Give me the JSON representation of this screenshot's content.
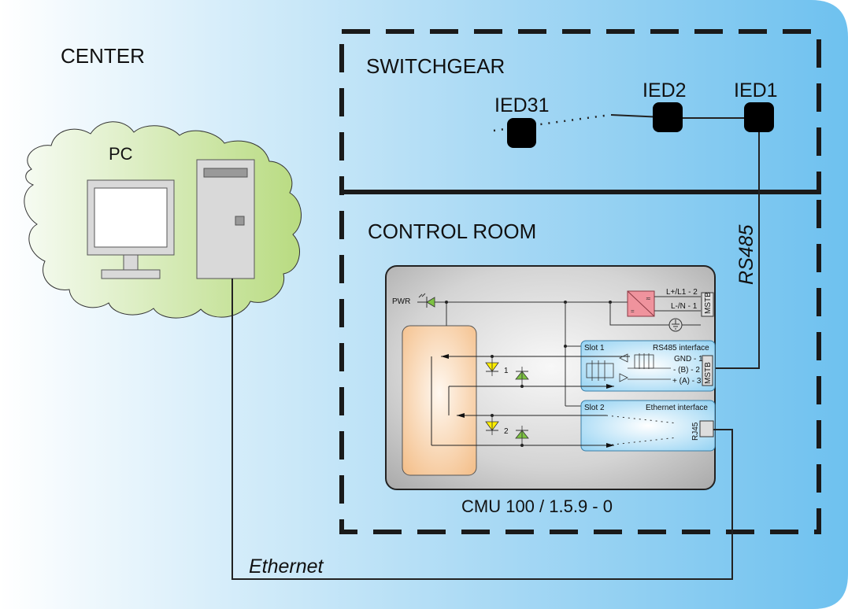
{
  "zones": {
    "center": "CENTER",
    "switchgear": "SWITCHGEAR",
    "control_room": "CONTROL ROOM"
  },
  "pc": {
    "label": "PC"
  },
  "ieds": [
    {
      "id": "ied31",
      "label": "IED31"
    },
    {
      "id": "ied2",
      "label": "IED2"
    },
    {
      "id": "ied1",
      "label": "IED1"
    }
  ],
  "links": {
    "rs485": "RS485",
    "ethernet": "Ethernet"
  },
  "device": {
    "name": "CMU 100 / 1.5.9 - 0",
    "pwr_label": "PWR",
    "power_terminals": [
      "L+/L1 - 2",
      "L-/N - 1"
    ],
    "power_connector": "MSTB",
    "led_1": "1",
    "led_2": "2",
    "slot1": {
      "title": "Slot 1",
      "interface": "RS485 interface",
      "terminals": [
        "GND - 1",
        "- (B) - 2",
        "+ (A) - 3"
      ],
      "connector": "MSTB"
    },
    "slot2": {
      "title": "Slot 2",
      "interface": "Ethernet interface",
      "connector": "RJ45"
    }
  },
  "colors": {
    "bg_left": "#ffffff",
    "bg_right": "#6ec1ef",
    "cloud_left": "#f4f9ee",
    "cloud_right": "#b9dc83",
    "device_body": "#c8c8c8",
    "cpu_block": "#f5c596",
    "slot_fill": "#9fd6f3",
    "psu": "#ef939d",
    "led_green": "#7dc242",
    "led_yellow": "#ffee00"
  }
}
